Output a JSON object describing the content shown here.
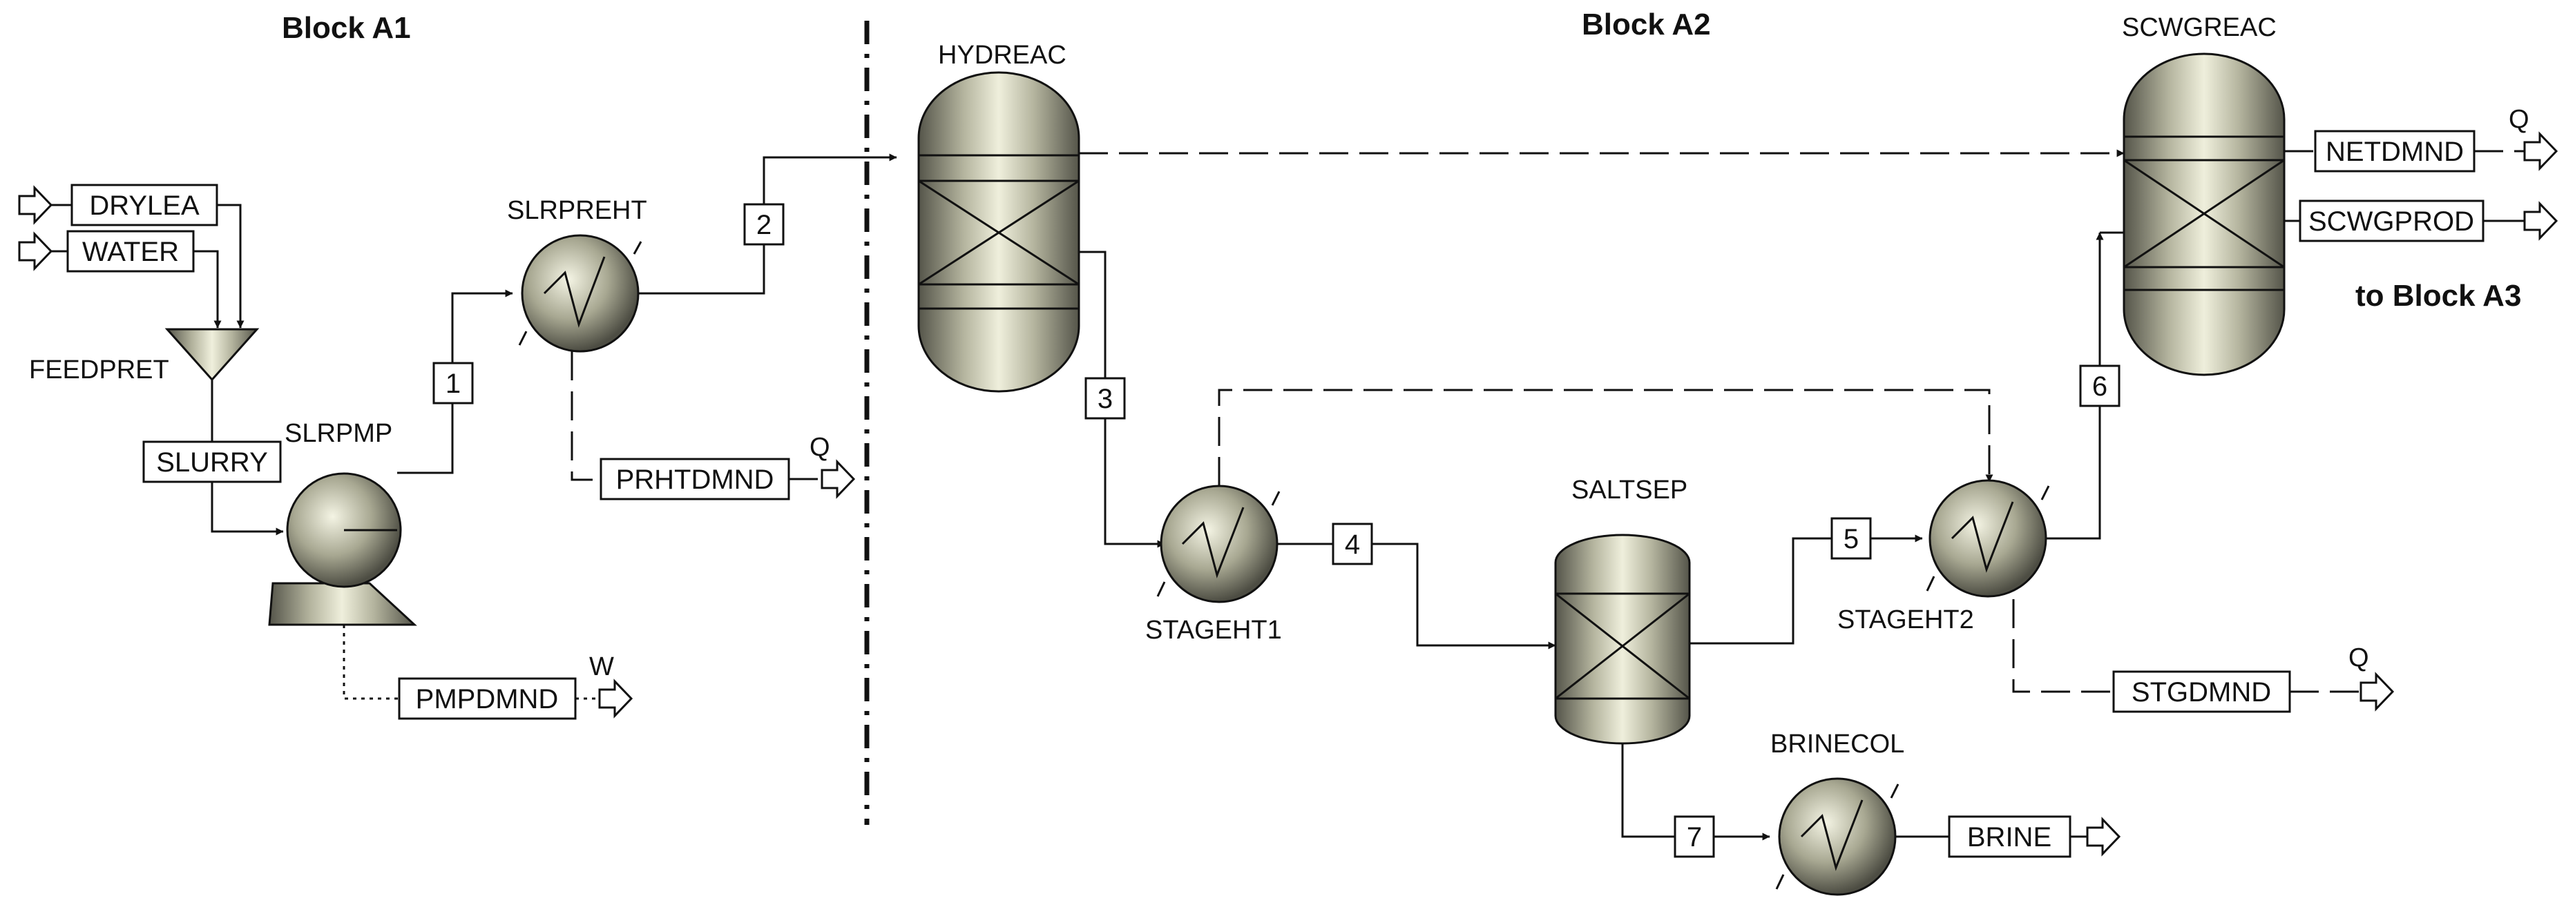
{
  "blocks": {
    "a1": "Block A1",
    "a2": "Block A2",
    "a3": "to Block A3"
  },
  "units": {
    "feedpret": "FEEDPRET",
    "slrpmp": "SLRPMP",
    "slrpreht": "SLRPREHT",
    "hydreac": "HYDREAC",
    "stageht1": "STAGEHT1",
    "saltsep": "SALTSEP",
    "stageht2": "STAGEHT2",
    "scwgreac": "SCWGREAC",
    "brinecol": "BRINECOL"
  },
  "streams": {
    "drylea": "DRYLEA",
    "water": "WATER",
    "slurry": "SLURRY",
    "prhtdmnd": "PRHTDMND",
    "pmpdmnd": "PMPDMND",
    "netdmnd": "NETDMND",
    "scwgprod": "SCWGPROD",
    "stgdmnd": "STGDMND",
    "brine": "BRINE",
    "s1": "1",
    "s2": "2",
    "s3": "3",
    "s4": "4",
    "s5": "5",
    "s6": "6",
    "s7": "7"
  },
  "energy": {
    "q": "Q",
    "w": "W"
  }
}
